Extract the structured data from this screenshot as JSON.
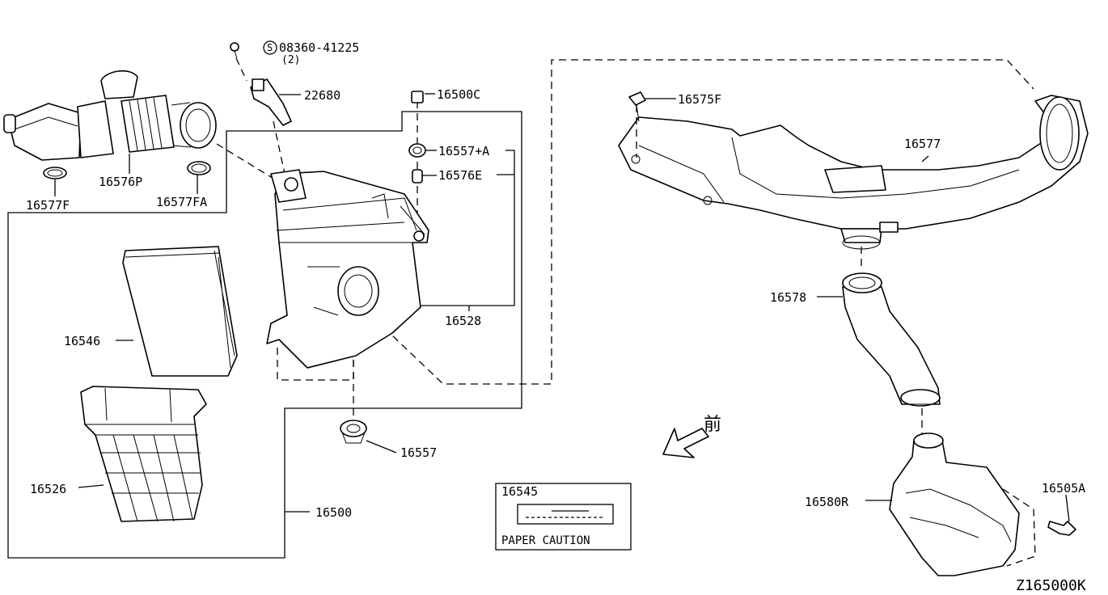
{
  "diagram_id": "Z165000K",
  "front_symbol": "前",
  "bolt_spec": "08360-41225",
  "bolt_qty": "(2)",
  "bolt_prefix": "S",
  "label_box": {
    "part": "16545",
    "caption": "PAPER CAUTION"
  },
  "parts": {
    "p22680": "22680",
    "p16500C": "16500C",
    "p16557A": "16557+A",
    "p16576E": "16576E",
    "p16528": "16528",
    "p16575F": "16575F",
    "p16577": "16577",
    "p16577F": "16577F",
    "p16576P": "16576P",
    "p16577FA": "16577FA",
    "p16546": "16546",
    "p16526": "16526",
    "p16500": "16500",
    "p16557": "16557",
    "p16578": "16578",
    "p16580R": "16580R",
    "p16505A": "16505A"
  }
}
